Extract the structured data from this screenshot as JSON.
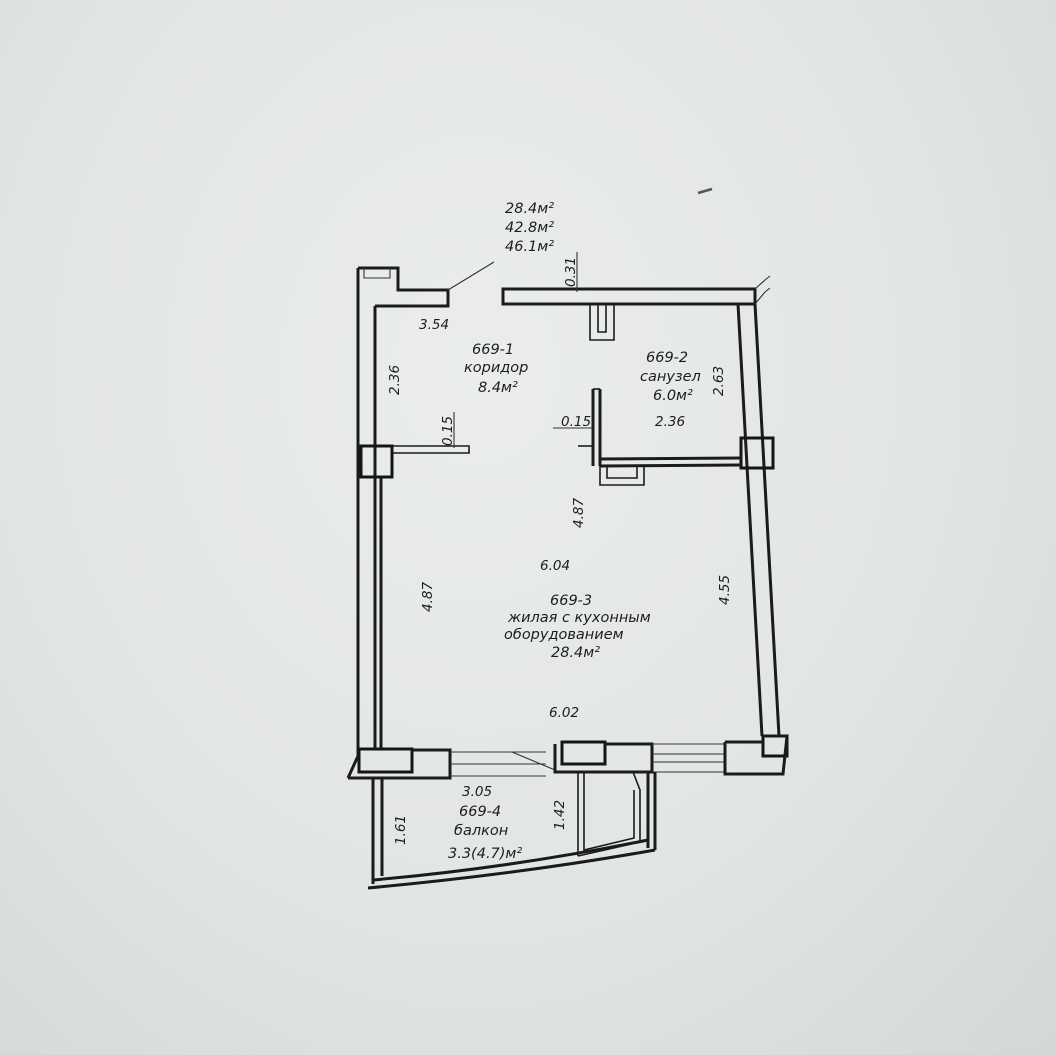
{
  "totals": {
    "living": "28.4м²",
    "total": "42.8м²",
    "total_with_balcony": "46.1м²"
  },
  "rooms": [
    {
      "id": "669-1",
      "name": "коридор",
      "area": "8.4м²"
    },
    {
      "id": "669-2",
      "name": "санузел",
      "area": "6.0м²"
    },
    {
      "id": "669-3",
      "name_line1": "жилая с кухонным",
      "name_line2": "оборудованием",
      "area": "28.4м²"
    },
    {
      "id": "669-4",
      "name": "балкон",
      "area": "3.3(4.7)м²"
    }
  ],
  "dimensions": {
    "corridor_width": "3.54",
    "corridor_height": "2.36",
    "wall_gap_top": "0.31",
    "bathroom_height": "2.63",
    "partition_left": "0.15",
    "partition_mid": "0.15",
    "bathroom_width": "2.36",
    "room_depth_inner": "4.87",
    "room_width": "6.04",
    "room_depth_left": "4.87",
    "room_depth_right": "4.55",
    "room_width_bottom": "6.02",
    "balcony_width": "3.05",
    "balcony_depth_left": "1.61",
    "balcony_depth_right": "1.42"
  }
}
